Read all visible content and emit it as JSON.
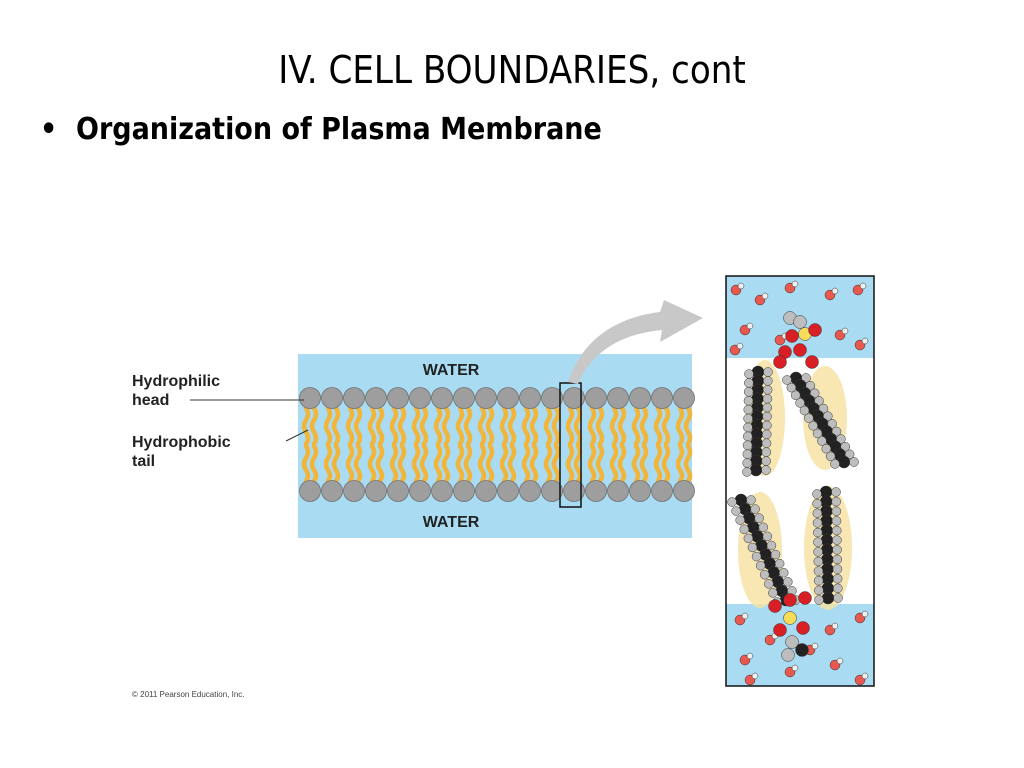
{
  "slide": {
    "title": "IV.  CELL BOUNDARIES, cont",
    "bullet_symbol": "•",
    "bullet_text": "Organization of Plasma Membrane"
  },
  "diagram": {
    "water_top": "WATER",
    "water_bottom": "WATER",
    "label_head_line1": "Hydrophilic",
    "label_head_line2": "head",
    "label_tail_line1": "Hydrophobic",
    "label_tail_line2": "tail",
    "copyright": "© 2011 Pearson Education, Inc."
  },
  "colors": {
    "water": "#a9dcf3",
    "head": "#9e9e9e",
    "tail": "#f2b53c",
    "arrow": "#c8c8c8",
    "oxygen": "#d81f26",
    "phosphorus": "#f7dc5a"
  }
}
